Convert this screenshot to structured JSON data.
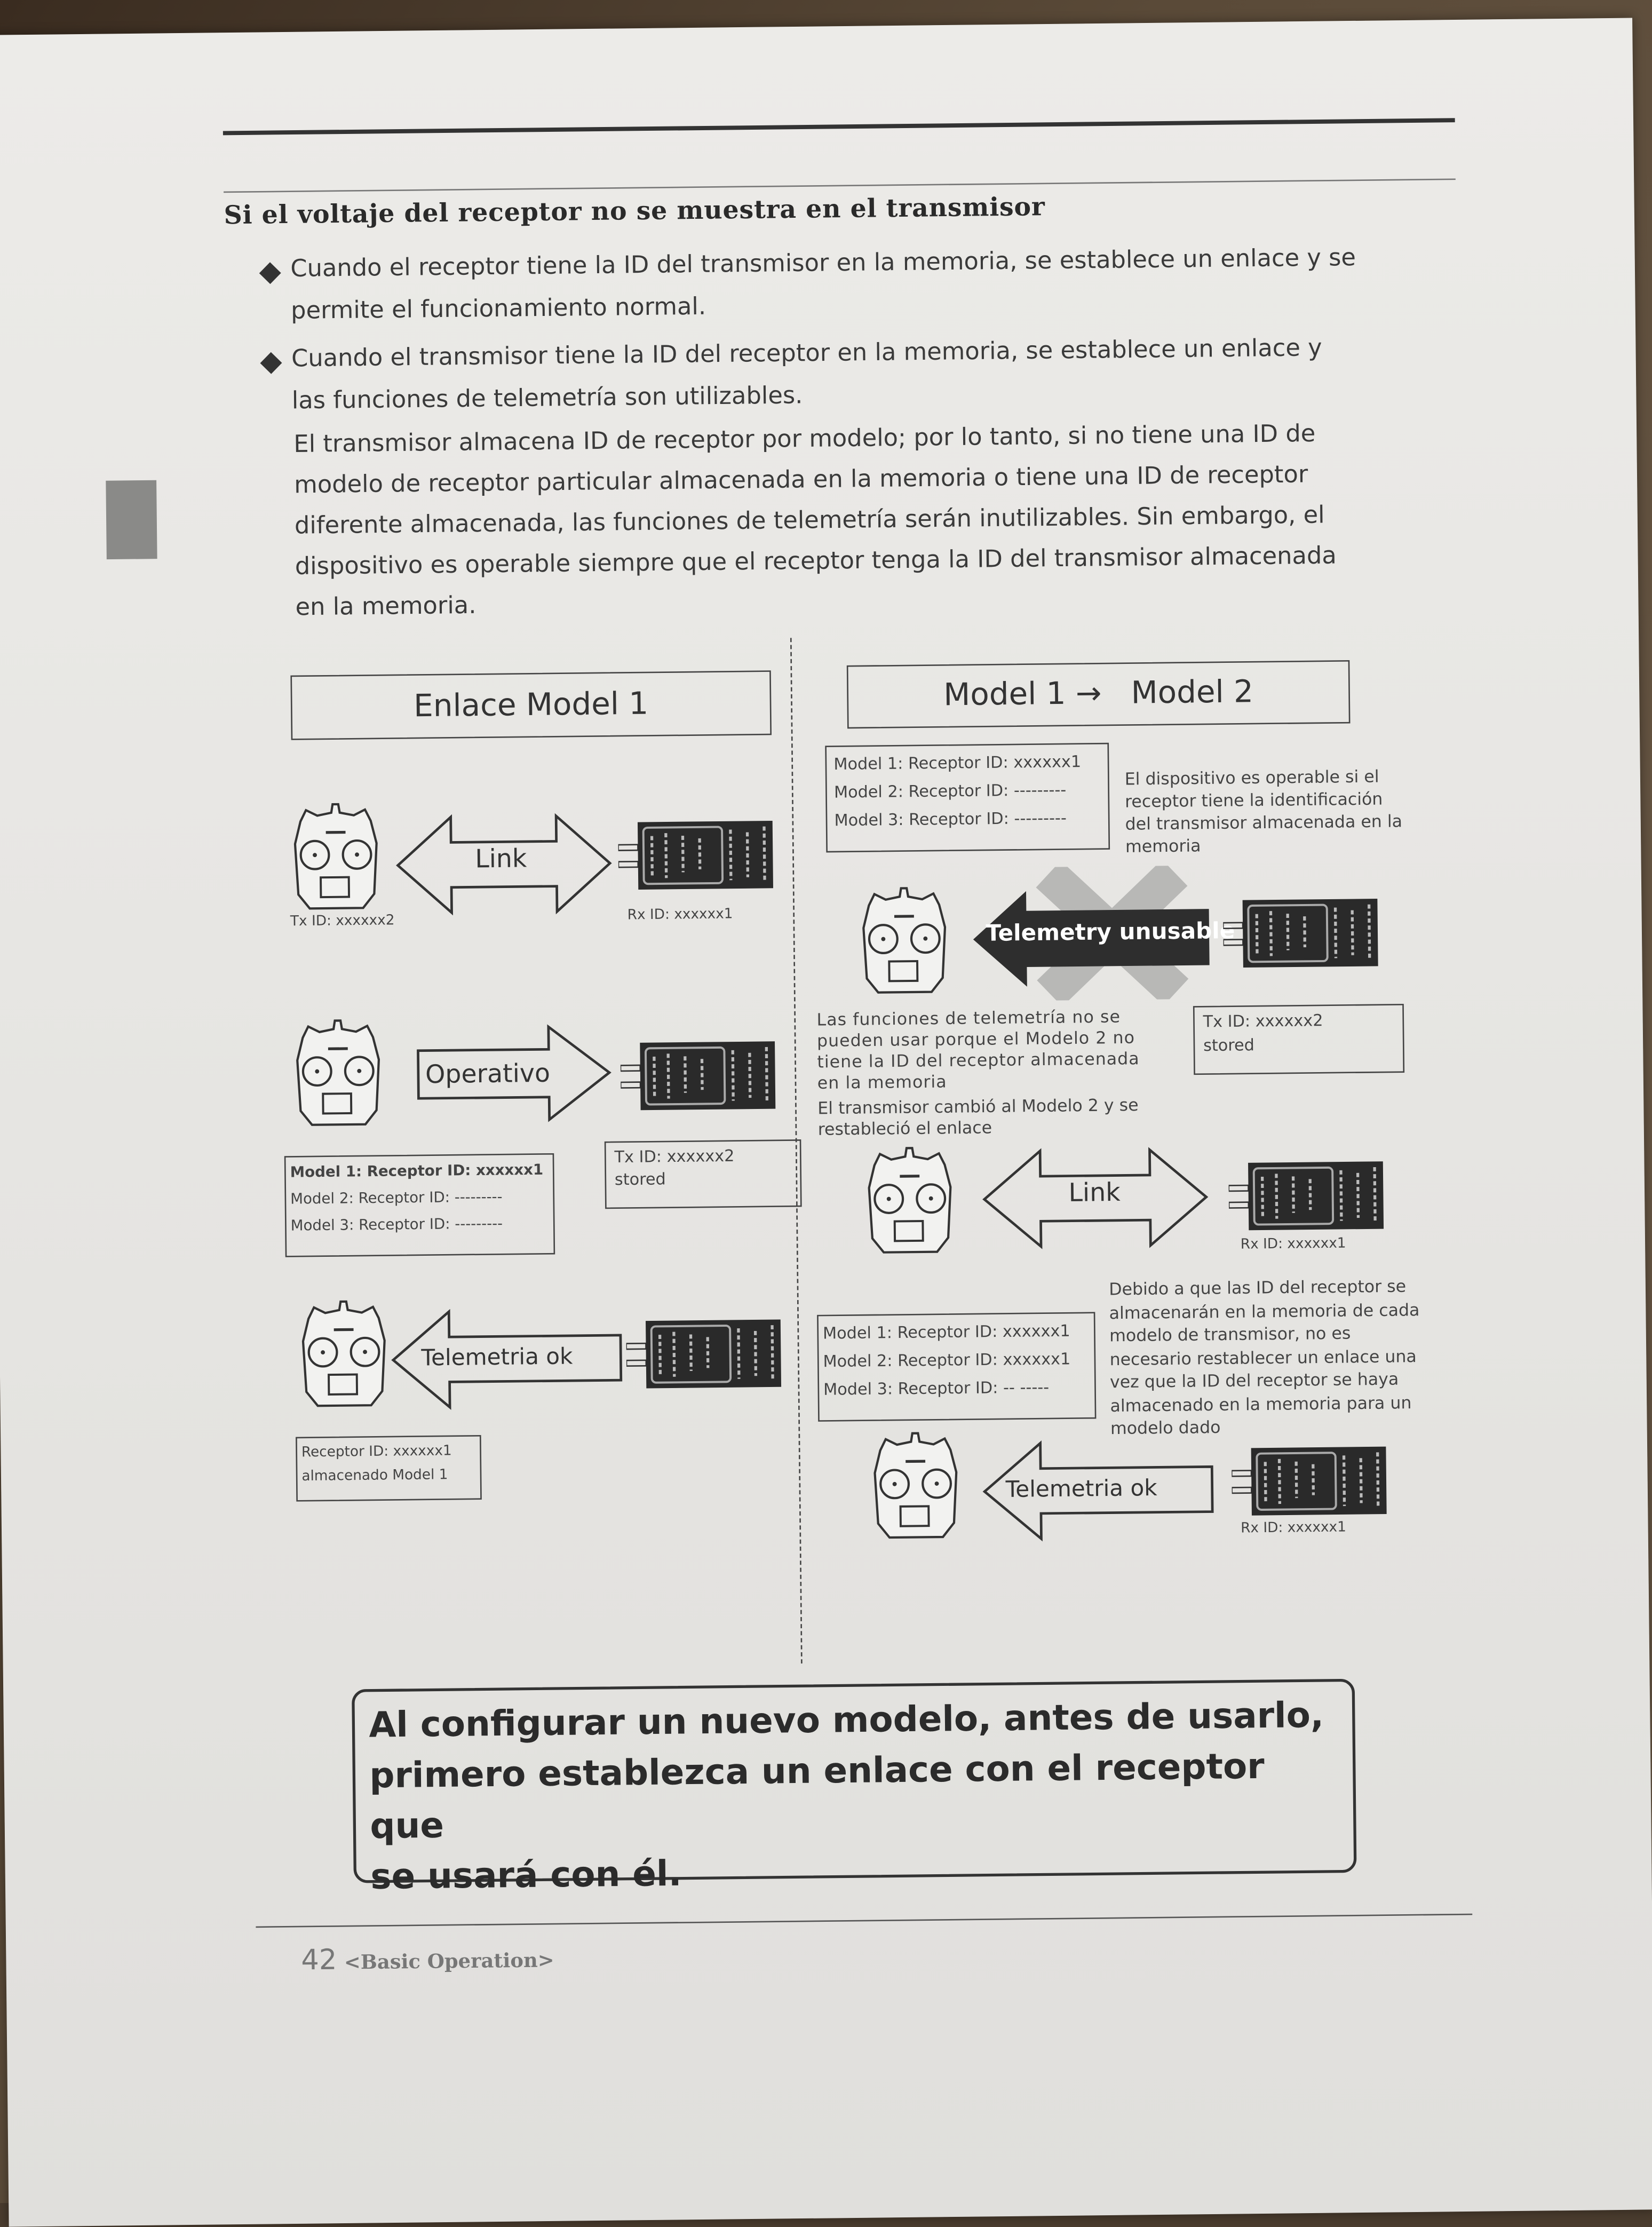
{
  "section_heading": "Si el voltaje del receptor no se muestra en el transmisor",
  "bullets": [
    {
      "line1": "Cuando el receptor tiene la ID del transmisor en la memoria, se establece un enlace y se",
      "line2": "permite el funcionamiento normal."
    },
    {
      "line1": "Cuando el transmisor tiene la ID del receptor en la memoria, se establece un enlace y",
      "line2": "las funciones de telemetría son utilizables."
    }
  ],
  "paragraph": [
    "El transmisor almacena ID de receptor por modelo; por lo tanto, si no tiene una ID de",
    "modelo de receptor particular almacenada en la memoria o tiene una ID de receptor",
    "diferente almacenada, las funciones de telemetría serán inutilizables. Sin embargo, el",
    "dispositivo es operable siempre que el receptor tenga la ID del transmisor almacenada",
    "en la memoria."
  ],
  "left_diagram": {
    "title": "Enlace Model 1",
    "link_label": "Link",
    "tx_id": "Tx ID: xxxxxx2",
    "rx_id": "Rx ID: xxxxxx1",
    "operativo_label": "Operativo",
    "model_list": [
      "Model 1: Receptor ID: xxxxxx1",
      "Model 2: Receptor ID: ---------",
      "Model 3: Receptor ID: ---------"
    ],
    "tx_stored": [
      "Tx ID: xxxxxx2",
      "stored"
    ],
    "telemetry_label": "Telemetria ok",
    "receptor_stored": [
      "Receptor ID: xxxxxx1",
      "almacenado Model 1"
    ]
  },
  "right_diagram": {
    "title_from": "Model 1",
    "title_arrow": "→",
    "title_to": "Model 2",
    "model_list_1": [
      "Model 1: Receptor ID: xxxxxx1",
      "Model 2: Receptor ID: ---------",
      "Model 3: Receptor ID: ---------"
    ],
    "note_operable": "El dispositivo es operable si el receptor tiene la identificación del transmisor almacenada en la memoria",
    "telemetry_unusable_label": "Telemetry unusable",
    "tx_stored": [
      "Tx ID: xxxxxx2",
      "stored"
    ],
    "note_unusable": "Las funciones de telemetría no se pueden usar porque el Modelo 2 no tiene la ID del receptor almacenada en la memoria",
    "note_relinked": "El transmisor cambió al Modelo 2 y se restableció el enlace",
    "link_label": "Link",
    "rx_id_1": "Rx ID: xxxxxx1",
    "model_list_2": [
      "Model 1: Receptor ID: xxxxxx1",
      "Model 2: Receptor ID: xxxxxx1",
      "Model 3: Receptor ID: -- -----"
    ],
    "note_stored": "Debido a que las ID del receptor se almacenarán en la memoria de cada modelo de transmisor, no es necesario restablecer un enlace una vez que la ID del receptor se haya almacenado en la memoria para un modelo dado",
    "telemetry_ok_label": "Telemetria ok",
    "rx_id_2": "Rx ID: xxxxxx1"
  },
  "callout": [
    "Al configurar un nuevo modelo, antes de usarlo,",
    "primero establezca un enlace con el receptor que",
    "se usará con él."
  ],
  "footer": {
    "page_number": "42",
    "section": "<Basic Operation>"
  }
}
